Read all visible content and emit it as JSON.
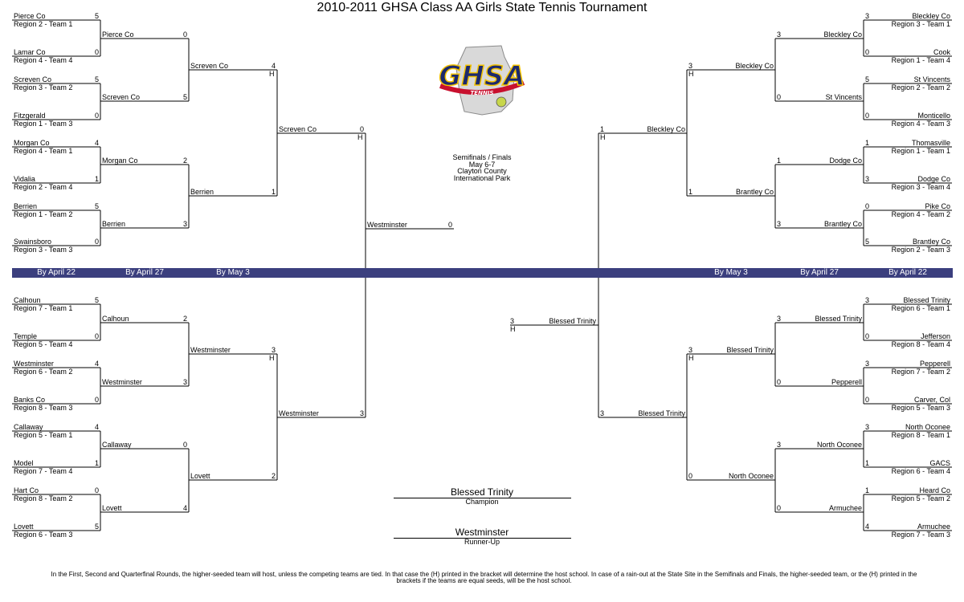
{
  "title": "2010-2011 GHSA Class AA Girls State Tennis Tournament",
  "logo": {
    "text": "GHSA",
    "subtext": "TENNIS"
  },
  "info": [
    "Semifinals / Finals",
    "May 6-7",
    "Clayton County",
    "International Park"
  ],
  "round_labels": {
    "left": [
      "By April 22",
      "By April 27",
      "By May 3"
    ],
    "right": [
      "By May 3",
      "By April 27",
      "By April 22"
    ]
  },
  "first_round_left": [
    {
      "name": "Pierce Co",
      "seed": "Region 2 - Team 1",
      "score": "5"
    },
    {
      "name": "Lamar Co",
      "seed": "Region 4 - Team 4",
      "score": "0"
    },
    {
      "name": "Screven Co",
      "seed": "Region 3 - Team 2",
      "score": "5"
    },
    {
      "name": "Fitzgerald",
      "seed": "Region 1 - Team 3",
      "score": "0"
    },
    {
      "name": "Morgan Co",
      "seed": "Region 4 - Team 1",
      "score": "4"
    },
    {
      "name": "Vidalia",
      "seed": "Region 2 - Team 4",
      "score": "1"
    },
    {
      "name": "Berrien",
      "seed": "Region 1 - Team 2",
      "score": "5"
    },
    {
      "name": "Swainsboro",
      "seed": "Region 3 - Team 3",
      "score": "0"
    },
    {
      "name": "Calhoun",
      "seed": "Region 7 - Team 1",
      "score": "5"
    },
    {
      "name": "Temple",
      "seed": "Region 5 - Team 4",
      "score": "0"
    },
    {
      "name": "Westminster",
      "seed": "Region 6 - Team 2",
      "score": "4"
    },
    {
      "name": "Banks Co",
      "seed": "Region 8 - Team 3",
      "score": "0"
    },
    {
      "name": "Callaway",
      "seed": "Region 5 - Team 1",
      "score": "4"
    },
    {
      "name": "Model",
      "seed": "Region 7 - Team 4",
      "score": "1"
    },
    {
      "name": "Hart Co",
      "seed": "Region 8 - Team 2",
      "score": "0"
    },
    {
      "name": "Lovett",
      "seed": "Region 6 - Team 3",
      "score": "5"
    }
  ],
  "first_round_right": [
    {
      "name": "Bleckley Co",
      "seed": "Region 3 - Team 1",
      "score": "3"
    },
    {
      "name": "Cook",
      "seed": "Region 1 - Team 4",
      "score": "0"
    },
    {
      "name": "St Vincents",
      "seed": "Region 2 - Team 2",
      "score": "5"
    },
    {
      "name": "Monticello",
      "seed": "Region 4 - Team 3",
      "score": "0"
    },
    {
      "name": "Thomasville",
      "seed": "Region 1 - Team 1",
      "score": "1"
    },
    {
      "name": "Dodge Co",
      "seed": "Region 3 - Team 4",
      "score": "3"
    },
    {
      "name": "Pike Co",
      "seed": "Region 4 - Team 2",
      "score": "0"
    },
    {
      "name": "Brantley Co",
      "seed": "Region 2 - Team 3",
      "score": "5"
    },
    {
      "name": "Blessed Trinity",
      "seed": "Region 6 - Team 1",
      "score": "3"
    },
    {
      "name": "Jefferson",
      "seed": "Region 8 - Team 4",
      "score": "0"
    },
    {
      "name": "Pepperell",
      "seed": "Region 7 - Team 2",
      "score": "3"
    },
    {
      "name": "Carver, Col",
      "seed": "Region 5 - Team 3",
      "score": "0"
    },
    {
      "name": "North Oconee",
      "seed": "Region 8 - Team 1",
      "score": "3"
    },
    {
      "name": "GACS",
      "seed": "Region 6 - Team 4",
      "score": "1"
    },
    {
      "name": "Heard Co",
      "seed": "Region 5 - Team 2",
      "score": "1"
    },
    {
      "name": "Armuchee",
      "seed": "Region 7 - Team 3",
      "score": "4"
    }
  ],
  "second_round_left": [
    {
      "name": "Pierce Co",
      "score": "0"
    },
    {
      "name": "Screven Co",
      "score": "5"
    },
    {
      "name": "Morgan Co",
      "score": "2"
    },
    {
      "name": "Berrien",
      "score": "3"
    },
    {
      "name": "Calhoun",
      "score": "2"
    },
    {
      "name": "Westminster",
      "score": "3"
    },
    {
      "name": "Callaway",
      "score": "0"
    },
    {
      "name": "Lovett",
      "score": "4"
    }
  ],
  "second_round_right": [
    {
      "name": "Bleckley Co",
      "score": "3"
    },
    {
      "name": "St Vincents",
      "score": "0"
    },
    {
      "name": "Dodge Co",
      "score": "1"
    },
    {
      "name": "Brantley Co",
      "score": "3"
    },
    {
      "name": "Blessed Trinity",
      "score": "3"
    },
    {
      "name": "Pepperell",
      "score": "0"
    },
    {
      "name": "North Oconee",
      "score": "3"
    },
    {
      "name": "Armuchee",
      "score": "0"
    }
  ],
  "quarterfinals_left": [
    {
      "name": "Screven Co",
      "score": "4",
      "host": "H"
    },
    {
      "name": "Berrien",
      "score": "1",
      "host": ""
    },
    {
      "name": "Westminster",
      "score": "3",
      "host": "H"
    },
    {
      "name": "Lovett",
      "score": "2",
      "host": ""
    }
  ],
  "quarterfinals_right": [
    {
      "name": "Bleckley Co",
      "score": "3",
      "host": "H"
    },
    {
      "name": "Brantley Co",
      "score": "1",
      "host": ""
    },
    {
      "name": "Blessed Trinity",
      "score": "3",
      "host": "H"
    },
    {
      "name": "North Oconee",
      "score": "0",
      "host": ""
    }
  ],
  "semifinals_left": [
    {
      "name": "Screven Co",
      "score": "0",
      "host": "H"
    },
    {
      "name": "Westminster",
      "score": "3",
      "host": ""
    }
  ],
  "semifinals_right": [
    {
      "name": "Bleckley Co",
      "score": "1",
      "host": "H"
    },
    {
      "name": "Blessed Trinity",
      "score": "3",
      "host": ""
    }
  ],
  "finalists": {
    "left": {
      "name": "Westminster",
      "score": "0",
      "host": ""
    },
    "right": {
      "name": "Blessed Trinity",
      "score": "3",
      "host": "H"
    }
  },
  "champion": {
    "name": "Blessed Trinity",
    "label": "Champion"
  },
  "runner_up": {
    "name": "Westminster",
    "label": "Runner-Up"
  },
  "footer": [
    "In the First, Second and Quarterfinal Rounds, the higher-seeded team will host, unless the competing teams are tied.  In that case the (H) printed in the bracket will determine the host school.  In case of a rain-out at the State Site in the Semifinals and Finals, the higher-seeded team, or the (H) printed in the",
    "brackets if the teams are equal seeds, will be the host school."
  ]
}
